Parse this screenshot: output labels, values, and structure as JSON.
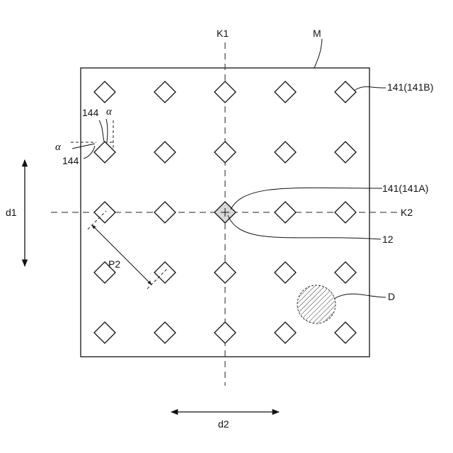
{
  "labels": {
    "plate": "M",
    "axis_vertical": "K1",
    "axis_horizontal": "K2",
    "hole_b": "141(141B)",
    "hole_a": "141(141A)",
    "center_mark": "12",
    "region": "D",
    "pitch": "P2",
    "dim_vertical": "d1",
    "dim_horizontal": "d2",
    "side_top": "144",
    "side_left": "144",
    "angle_top": "α",
    "angle_left": "α"
  },
  "grid": {
    "rows": 5,
    "cols": 5,
    "highlighted": {
      "row": 2,
      "col": 2
    }
  }
}
